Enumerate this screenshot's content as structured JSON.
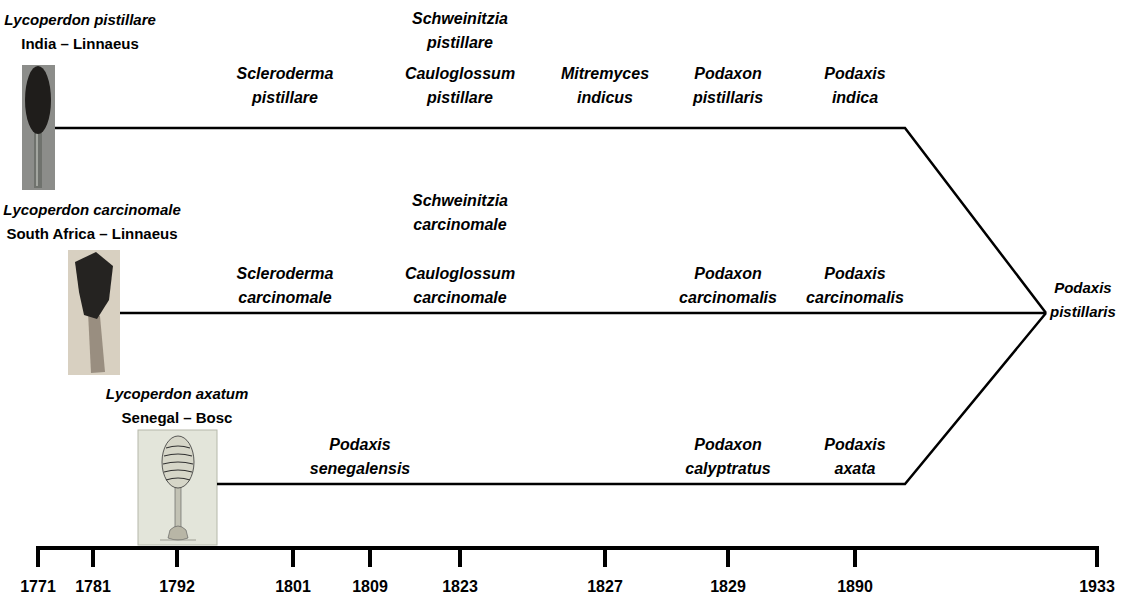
{
  "diagram": {
    "nodes": [
      {
        "text": [
          "Lycoperdon pistillare",
          "India – Linnaeus"
        ]
      },
      {
        "text": [
          "Lycoperdon carcinomale",
          "South Africa – Linnaeus"
        ]
      },
      {
        "text": [
          "Lycoperdon axatum",
          "Senegal – Bosc"
        ]
      },
      {
        "text": [
          "Podaxis pistillaris"
        ]
      }
    ],
    "edges": [
      {
        "from": 0,
        "to": 3,
        "arrow": "none"
      },
      {
        "from": 1,
        "to": 3,
        "arrow": "none"
      },
      {
        "from": 2,
        "to": 3,
        "arrow": "none"
      }
    ],
    "labels": [
      "Schweinitzia pistillare",
      "Scleroderma pistillare",
      "Cauloglossum pistillare",
      "Mitremyces indicus",
      "Podaxon pistillaris",
      "Podaxis indica",
      "Schweinitzia carcinomale",
      "Scleroderma carcinomale",
      "Cauloglossum carcinomale",
      "Podaxon carcinomalis",
      "Podaxis carcinomalis",
      "Podaxis senegalensis",
      "Podaxon calyptratus",
      "Podaxis axata",
      "1771",
      "1781",
      "1792",
      "1801",
      "1809",
      "1823",
      "1827",
      "1829",
      "1890",
      "1933"
    ]
  }
}
